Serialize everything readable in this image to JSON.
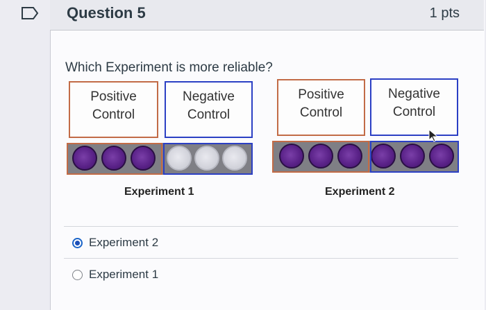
{
  "header": {
    "title": "Question 5",
    "points": "1 pts",
    "flag_icon": "flag-bookmark-icon"
  },
  "question": {
    "text": "Which Experiment is more reliable?"
  },
  "experiments": [
    {
      "label": "Experiment 1",
      "positive_label": [
        "Positive",
        "Control"
      ],
      "negative_label": [
        "Negative",
        "Control"
      ],
      "positive_wells": [
        "purple",
        "purple",
        "purple"
      ],
      "negative_wells": [
        "clear",
        "clear",
        "clear"
      ]
    },
    {
      "label": "Experiment 2",
      "positive_label": [
        "Positive",
        "Control"
      ],
      "negative_label": [
        "Negative",
        "Control"
      ],
      "positive_wells": [
        "purple",
        "purple",
        "purple"
      ],
      "negative_wells": [
        "purple",
        "purple",
        "purple"
      ]
    }
  ],
  "answers": [
    {
      "label": "Experiment 2",
      "selected": true
    },
    {
      "label": "Experiment 1",
      "selected": false
    }
  ],
  "colors": {
    "positive_border": "#c26b46",
    "negative_border": "#2b3fc4",
    "selected_radio": "#1b4fb8"
  }
}
